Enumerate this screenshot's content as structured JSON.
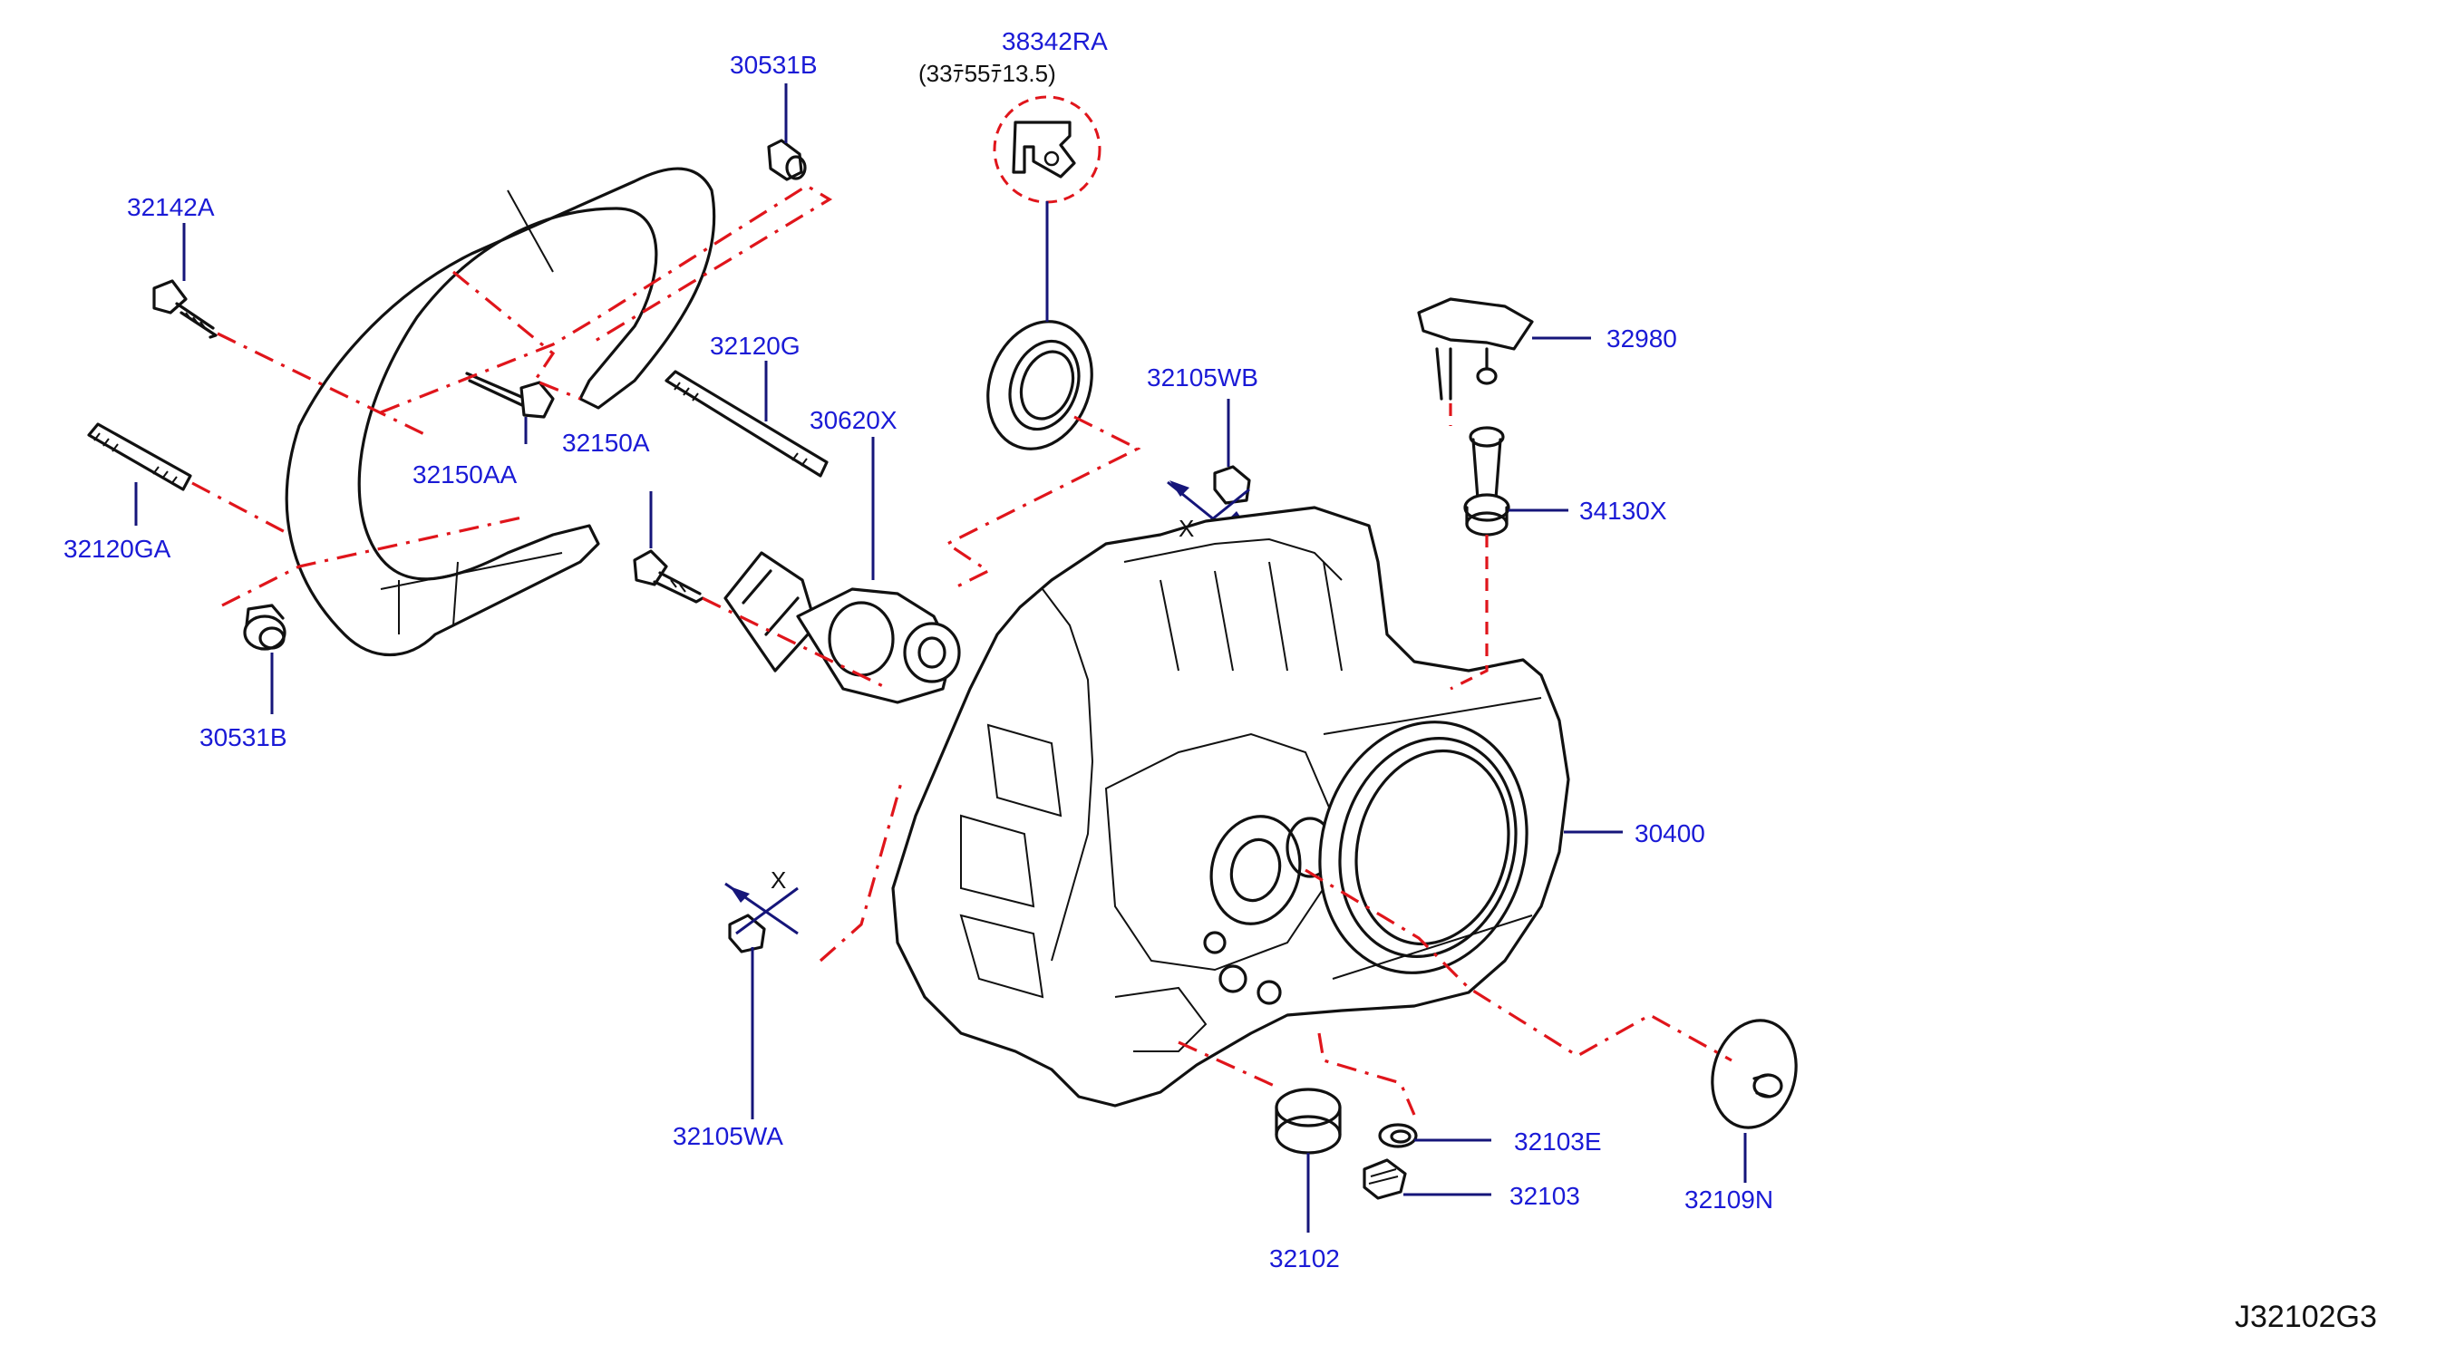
{
  "diagram": {
    "reference_code": "J32102G3",
    "x_marker": "X",
    "labels": {
      "p38342RA": "38342RA",
      "p38342RA_size": "(33ﾃ55ﾃ13.5)",
      "p30531B_top": "30531B",
      "p32142A": "32142A",
      "p32120G": "32120G",
      "p32105WB": "32105WB",
      "p32980": "32980",
      "p30620X": "30620X",
      "p32150AA": "32150AA",
      "p32150A": "32150A",
      "p32120GA": "32120GA",
      "p34130X": "34130X",
      "p30531B_bottom": "30531B",
      "p30400": "30400",
      "p32105WA": "32105WA",
      "p32103E": "32103E",
      "p32103": "32103",
      "p32102": "32102",
      "p32109N": "32109N"
    }
  }
}
